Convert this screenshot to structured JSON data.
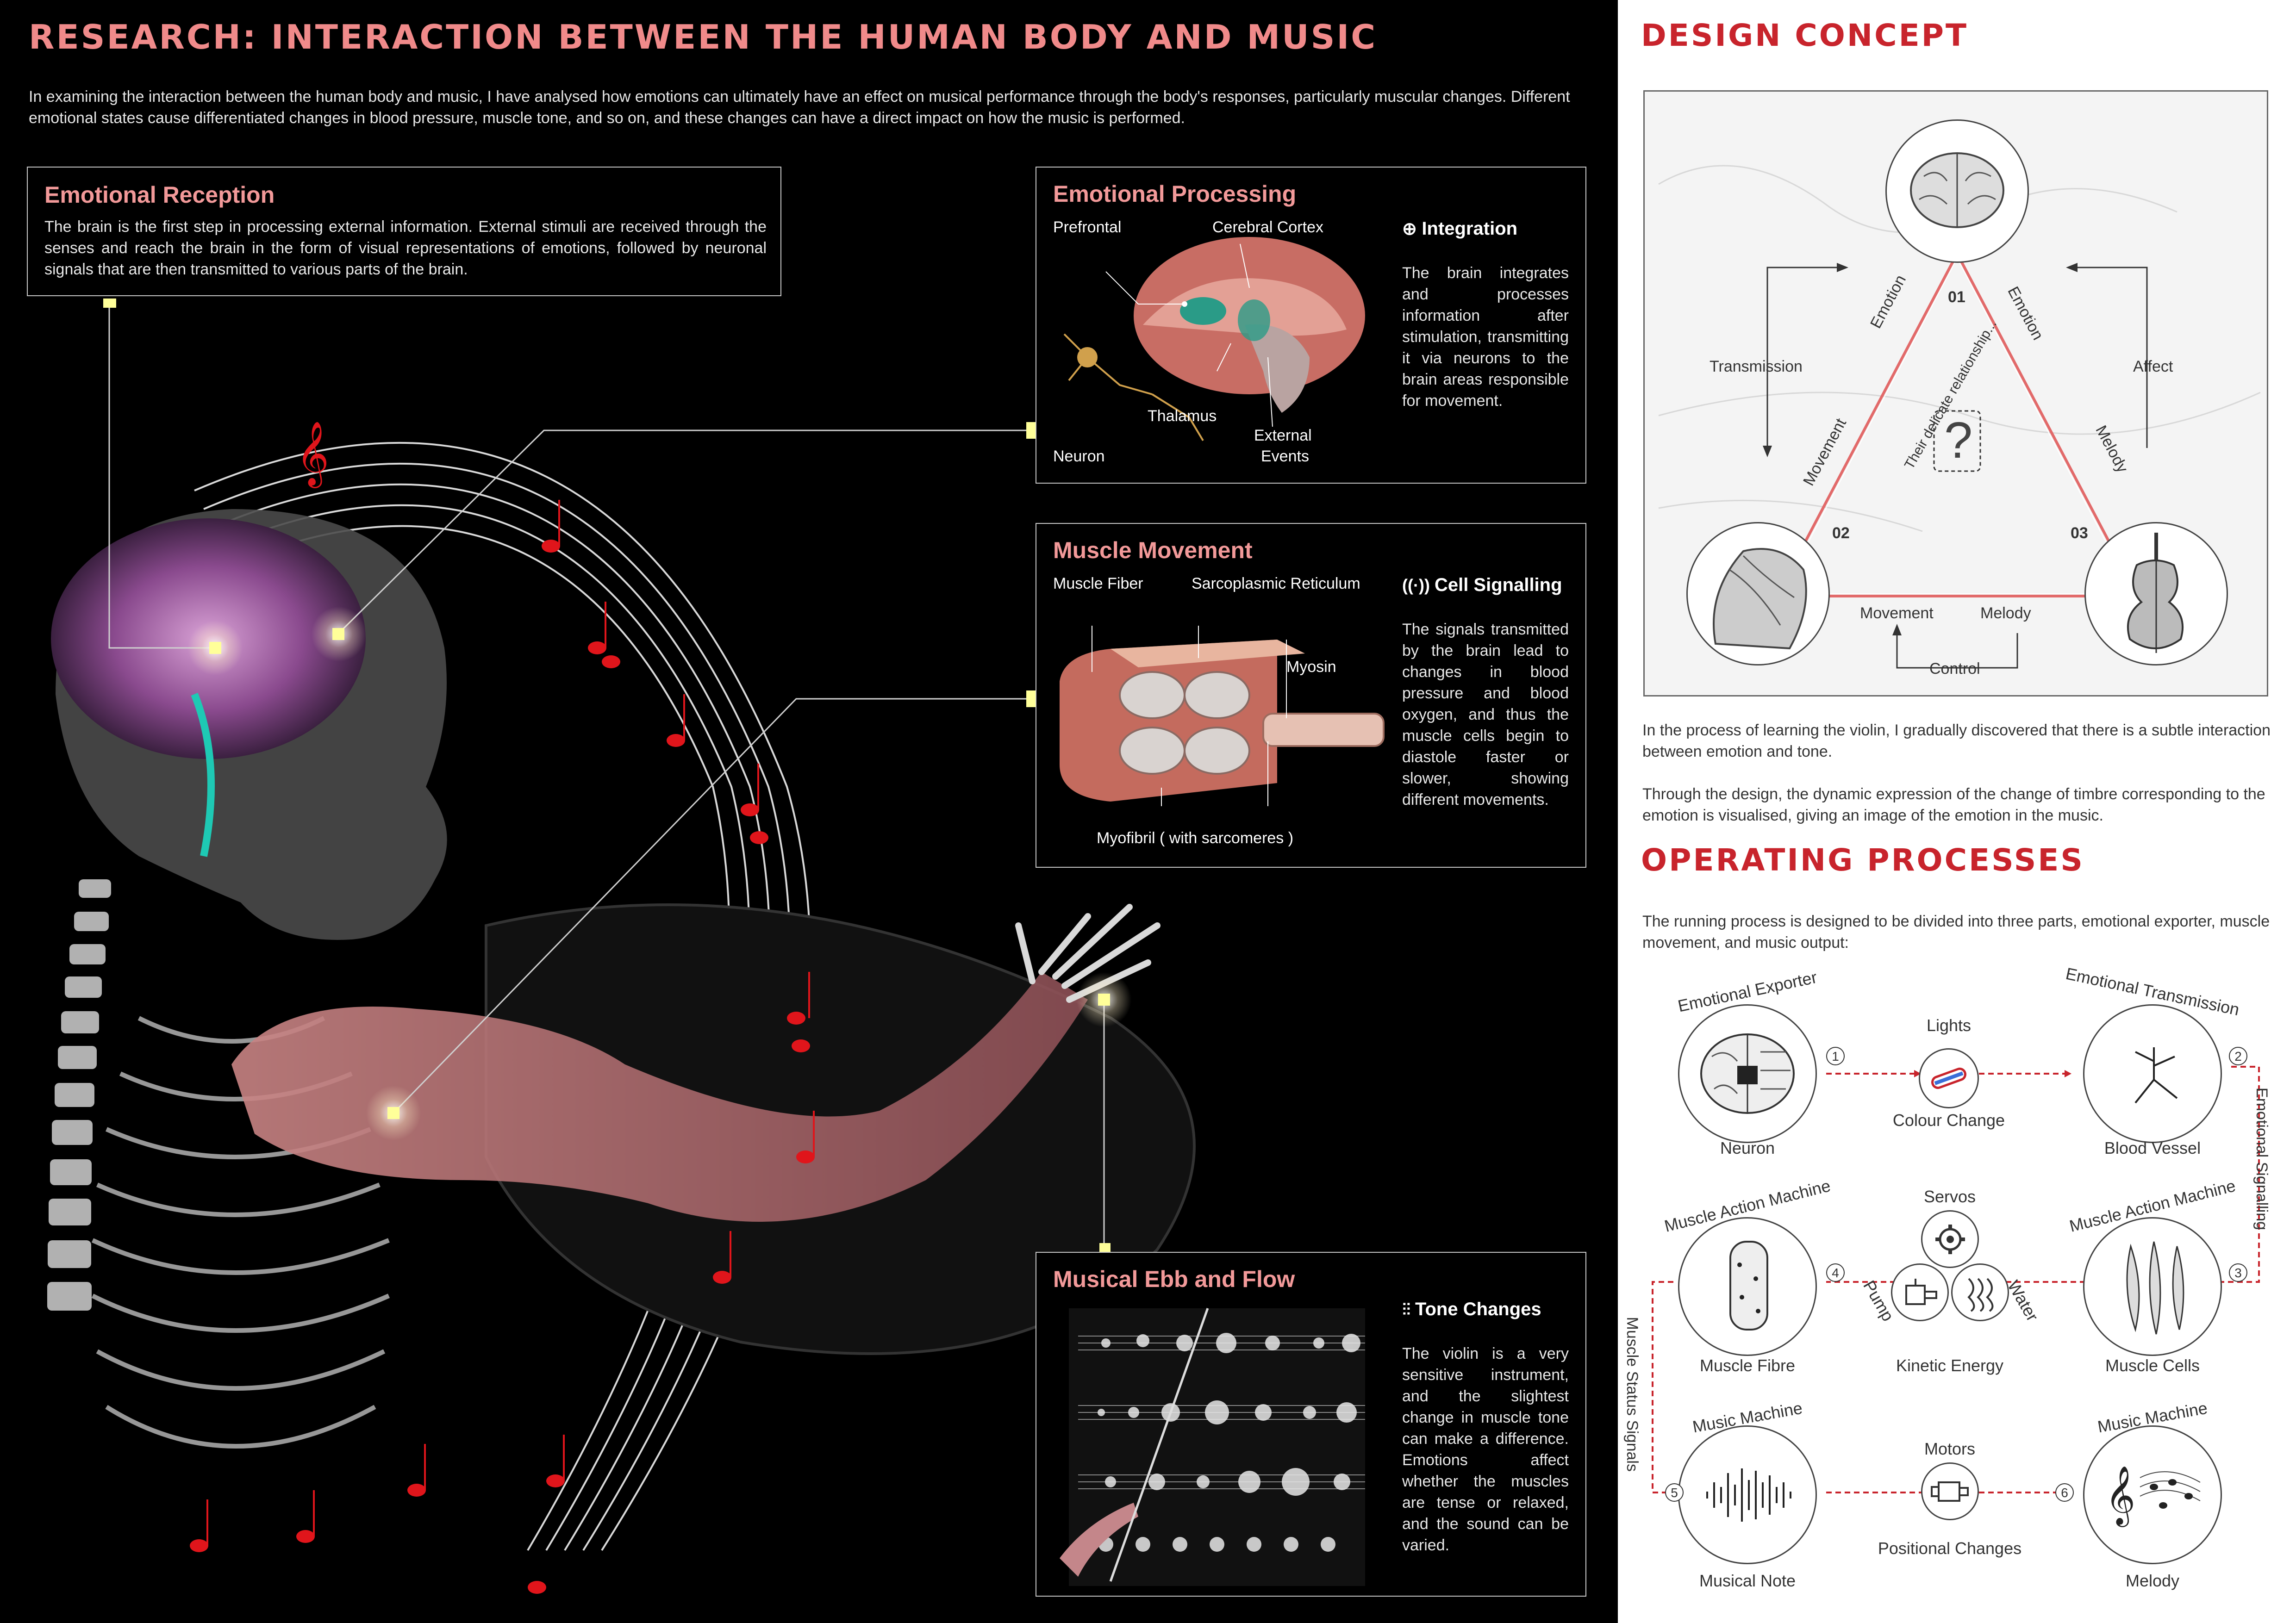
{
  "header": {
    "title": "RESEARCH: INTERACTION BETWEEN THE HUMAN BODY AND MUSIC",
    "intro": "In examining the interaction between the human body and music, I have analysed how emotions can ultimately have an effect on musical performance through the body's responses, particularly muscular changes. Different emotional states cause differentiated changes in blood pressure, muscle tone, and so on, and these changes can have a direct impact on how the music is performed."
  },
  "reception": {
    "title": "Emotional Reception",
    "text": "The brain is the first step in processing external information. External stimuli are received through the senses and reach the brain in the form of visual representations of emotions, followed by neuronal signals that are then transmitted to various parts of the brain."
  },
  "processing": {
    "title": "Emotional Processing",
    "labels": {
      "prefrontal": "Prefrontal",
      "cortex": "Cerebral Cortex",
      "thalamus": "Thalamus",
      "external": "External",
      "events": "Events",
      "neuron": "Neuron"
    },
    "sub": "Integration",
    "text": "The brain integrates and processes information after stimulation, transmitting it via neurons to the brain areas responsible for movement."
  },
  "muscle": {
    "title": "Muscle Movement",
    "labels": {
      "fiber": "Muscle Fiber",
      "sr": "Sarcoplasmic Reticulum",
      "myosin": "Myosin",
      "myofibril": "Myofibril ( with sarcomeres )"
    },
    "sub": "Cell Signalling",
    "text": "The signals transmitted by the brain lead to changes in blood pressure and blood oxygen, and thus the muscle cells begin to diastole faster or slower, showing different movements."
  },
  "musical": {
    "title": "Musical Ebb and Flow",
    "sub": "Tone Changes",
    "text": "The violin is a very sensitive instrument, and the slightest change in muscle tone can make a difference. Emotions affect whether the muscles are tense or relaxed, and the sound can be varied."
  },
  "design": {
    "title": "DESIGN CONCEPT",
    "nodes": {
      "n1": "01",
      "n2": "02",
      "n3": "03"
    },
    "edges": {
      "emotion_l": "Emotion",
      "movement_l": "Movement",
      "emotion_r": "Emotion",
      "melody_r": "Melody",
      "movement_b": "Movement",
      "melody_b": "Melody"
    },
    "sides": {
      "transmission": "Transmission",
      "affect": "Affect",
      "control": "Control"
    },
    "center": "Their delicate relationship...",
    "question": "?",
    "text1": "In the process of learning the violin, I gradually discovered that there is a subtle interaction between emotion and tone.",
    "text2": "Through the design, the dynamic expression of the change of timbre corresponding to the emotion is visualised, giving an image of the emotion in the music."
  },
  "operating": {
    "title": "OPERATING PROCESSES",
    "text": "The running process is designed to be divided into three parts, emotional exporter, muscle movement, and music output:",
    "stages": {
      "s1": {
        "arc": "Emotional Exporter",
        "label": "Neuron",
        "num": "1"
      },
      "s2": {
        "arc": "Emotional Transmission",
        "label": "Blood Vessel",
        "num": "2"
      },
      "s3": {
        "arc": "Muscle Action Machine",
        "label": "Muscle Cells",
        "num": "3"
      },
      "s4": {
        "arc": "Muscle Action Machine",
        "label": "Muscle Fibre",
        "num": "4"
      },
      "s5": {
        "arc": "Music Machine",
        "label": "Musical Note",
        "num": "5"
      },
      "s6": {
        "arc": "Music Machine",
        "label": "Melody",
        "num": "6"
      }
    },
    "mids": {
      "lights": "Lights",
      "colour": "Colour Change",
      "servos": "Servos",
      "pump": "Pump",
      "water": "Water",
      "kinetic": "Kinetic Energy",
      "motors": "Motors",
      "positional": "Positional Changes"
    },
    "side_right": "Emotional Signalling",
    "side_left": "Muscle Status Signals"
  },
  "colors": {
    "accent_red": "#c8242c",
    "title_pink": "#f08a8a",
    "note_red": "#e0151b"
  }
}
